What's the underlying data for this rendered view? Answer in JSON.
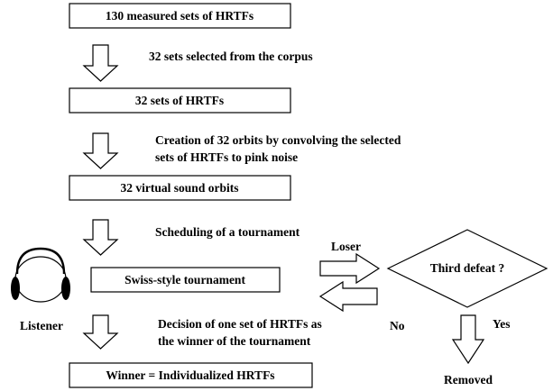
{
  "boxes": {
    "measured": "130 measured sets of HRTFs",
    "selected_sets": "32 sets of HRTFs",
    "orbits": "32 virtual sound orbits",
    "tournament": "Swiss-style tournament",
    "winner": "Winner = Individualized HRTFs"
  },
  "steps": {
    "select": "32 sets selected from the corpus",
    "creation_line1": "Creation of 32 orbits by convolving the selected",
    "creation_line2": "sets of HRTFs to pink noise",
    "scheduling": "Scheduling of a tournament",
    "decision_line1": "Decision of one set of HRTFs as",
    "decision_line2": "the winner of the tournament"
  },
  "decision": {
    "question": "Third defeat ?",
    "loser": "Loser",
    "no": "No",
    "yes": "Yes",
    "removed": "Removed"
  },
  "listener": {
    "label": "Listener",
    "icon": "headphones-icon"
  }
}
